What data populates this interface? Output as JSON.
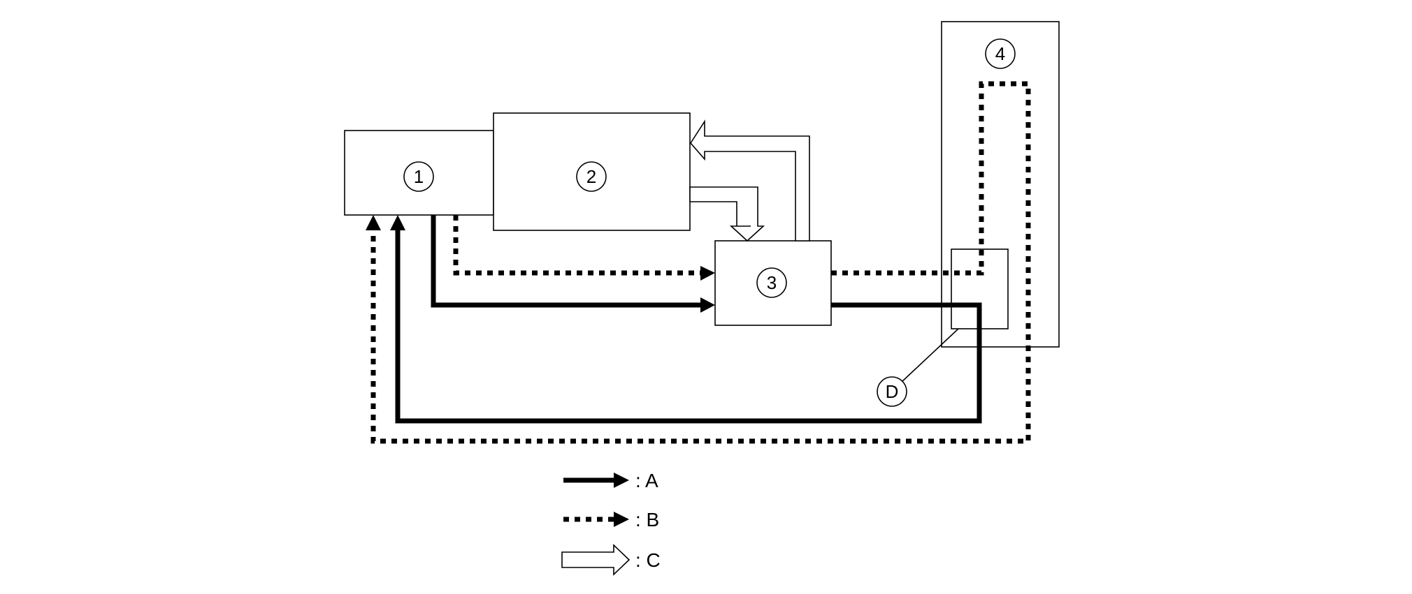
{
  "nodes": {
    "n1": "1",
    "n2": "2",
    "n3": "3",
    "n4": "4",
    "d": "D"
  },
  "legend": {
    "a_label": ": A",
    "b_label": ": B",
    "c_label": ": C"
  },
  "colors": {
    "line": "#000000",
    "background": "#ffffff"
  }
}
